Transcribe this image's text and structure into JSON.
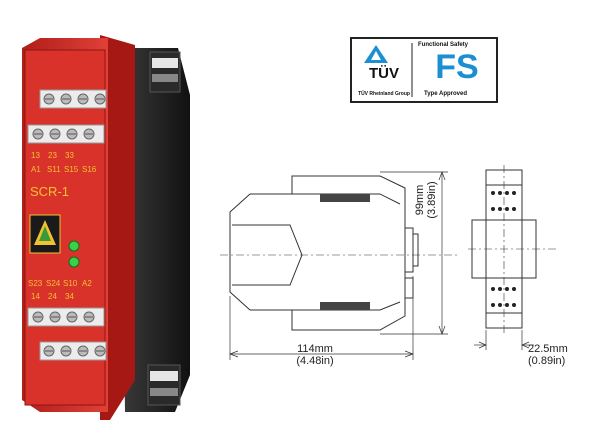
{
  "relay": {
    "model": "SCR-1",
    "terminals_top_row1": [
      "13",
      "23",
      "33"
    ],
    "terminals_top_row2": [
      "A1",
      "S11",
      "S15",
      "S16"
    ],
    "terminals_bottom_row1": [
      "S23",
      "S24",
      "S10",
      "A2"
    ],
    "terminals_bottom_row2": [
      "14",
      "24",
      "34"
    ],
    "body_color": "#d9322b",
    "label_color": "#f2c230"
  },
  "cert": {
    "tuv_text": "TÜV",
    "tuv_group": "TÜV Rheinland Group",
    "functional_safety": "Functional Safety",
    "fs": "FS",
    "type_approved": "Type Approved",
    "brand_color": "#1b8fd2"
  },
  "dims": {
    "depth_mm": "114mm",
    "depth_in": "(4.48in)",
    "height_mm": "99mm",
    "height_in": "(3.89in)",
    "width_mm": "22.5mm",
    "width_in": "(0.89in)"
  }
}
